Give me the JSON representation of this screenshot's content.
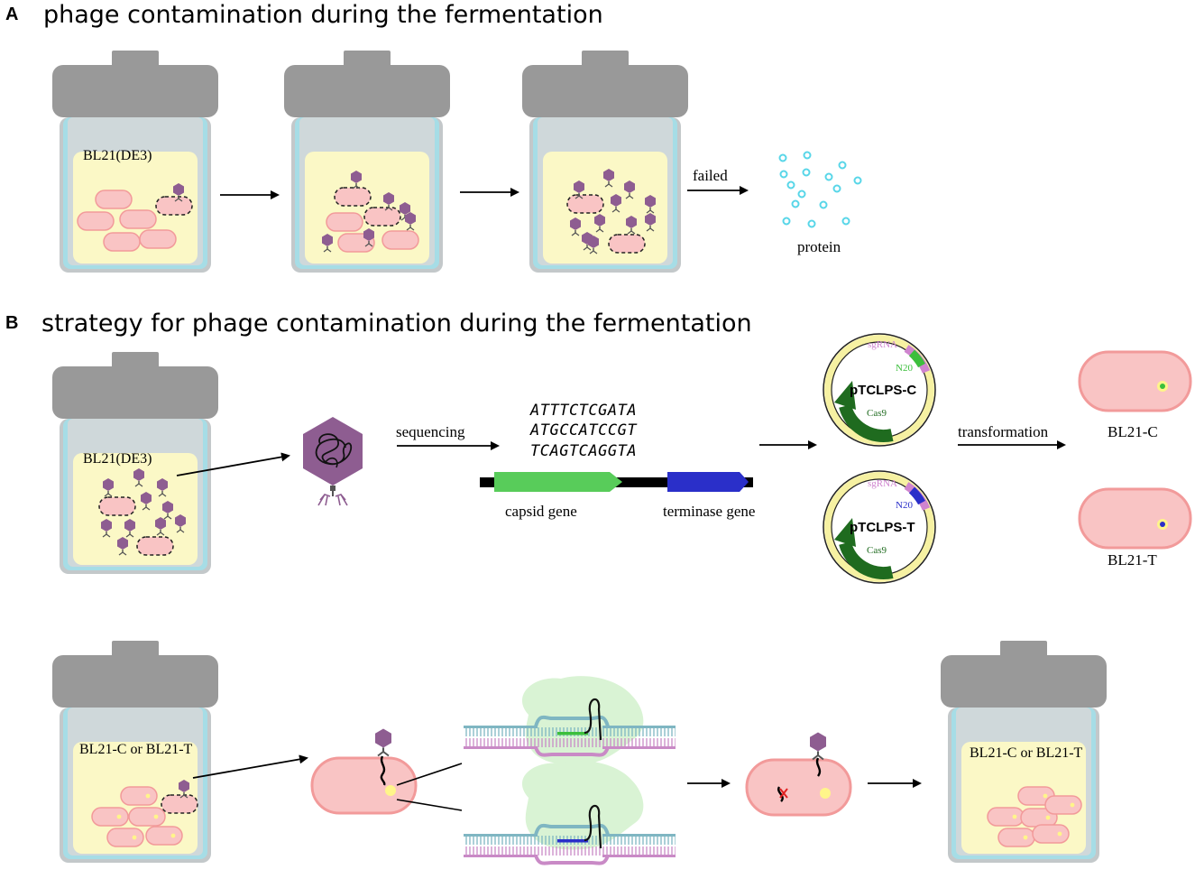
{
  "panel_a": {
    "letter": "A",
    "title": "phage contamination during the fermentation",
    "strain_label": "BL21(DE3)",
    "arrow_label": "failed",
    "product_label": "protein"
  },
  "panel_b": {
    "letter": "B",
    "title": "strategy for phage contamination during the fermentation",
    "strain_label": "BL21(DE3)",
    "sequencing_label": "sequencing",
    "sequences": [
      "ATTTCTCGATA",
      "ATGCCATCCGT",
      "TCAGTCAGGTA"
    ],
    "gene_left": "capsid gene",
    "gene_right": "terminase gene",
    "plasmid_c": {
      "name": "pTCLPS-C",
      "sgrna": "sgRNA",
      "n20": "N20",
      "cas9": "Cas9"
    },
    "plasmid_t": {
      "name": "pTCLPS-T",
      "sgrna": "sgRNA",
      "n20": "N20",
      "cas9": "Cas9"
    },
    "transformation_label": "transformation",
    "strain_c": "BL21-C",
    "strain_t": "BL21-T",
    "bottom_left_label": "BL21-C or BL21-T",
    "bottom_right_label": "BL21-C or BL21-T"
  },
  "colors": {
    "jar_lid": "#999999",
    "jar_glass": "#cfd8da",
    "jar_rim": "#a6dde6",
    "medium": "#fbf8c6",
    "cell_fill": "#f9c4c4",
    "cell_stroke": "#f29a9a",
    "phage": "#8e5d91",
    "protein": "#58d6e8",
    "capsid_gene": "#58cc5a",
    "terminase_gene": "#2a2fc9",
    "plasmid_ring": "#f6f1a2",
    "cas9_arrow": "#1f6b1f",
    "sgrna": "#cf84cf",
    "n20_c": "#3cbf3c",
    "n20_t": "#2a2fc9",
    "cas_complex": "#d9f3d4",
    "dna_top": "#7fb6c2",
    "dna_bottom": "#c98ac6"
  }
}
